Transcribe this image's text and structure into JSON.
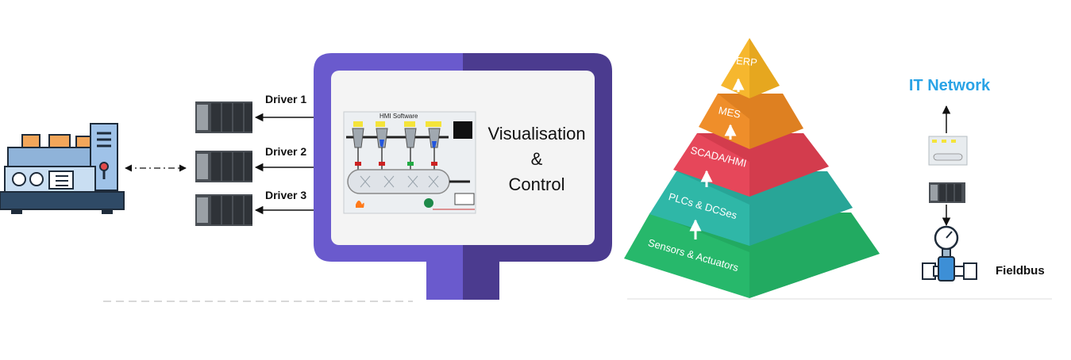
{
  "drivers": [
    "Driver 1",
    "Driver 2",
    "Driver 3"
  ],
  "hmi_title": "HMI Software",
  "monitor_text": [
    "Visualisation",
    "&",
    "Control"
  ],
  "pyramid_levels": [
    "ERP",
    "MES",
    "SCADA/HMI",
    "PLCs & DCSes",
    "Sensors & Actuators"
  ],
  "it_network_label": "IT Network",
  "fieldbus_label": "Fieldbus",
  "colors": {
    "monitor_left": "#6a5acd",
    "monitor_right": "#4b3b8f",
    "erp": "#f6b72e",
    "mes": "#ef8e2a",
    "scada": "#e6475a",
    "plc": "#2fb7a7",
    "sensors": "#27b86b",
    "it_network": "#2aa3e6"
  }
}
